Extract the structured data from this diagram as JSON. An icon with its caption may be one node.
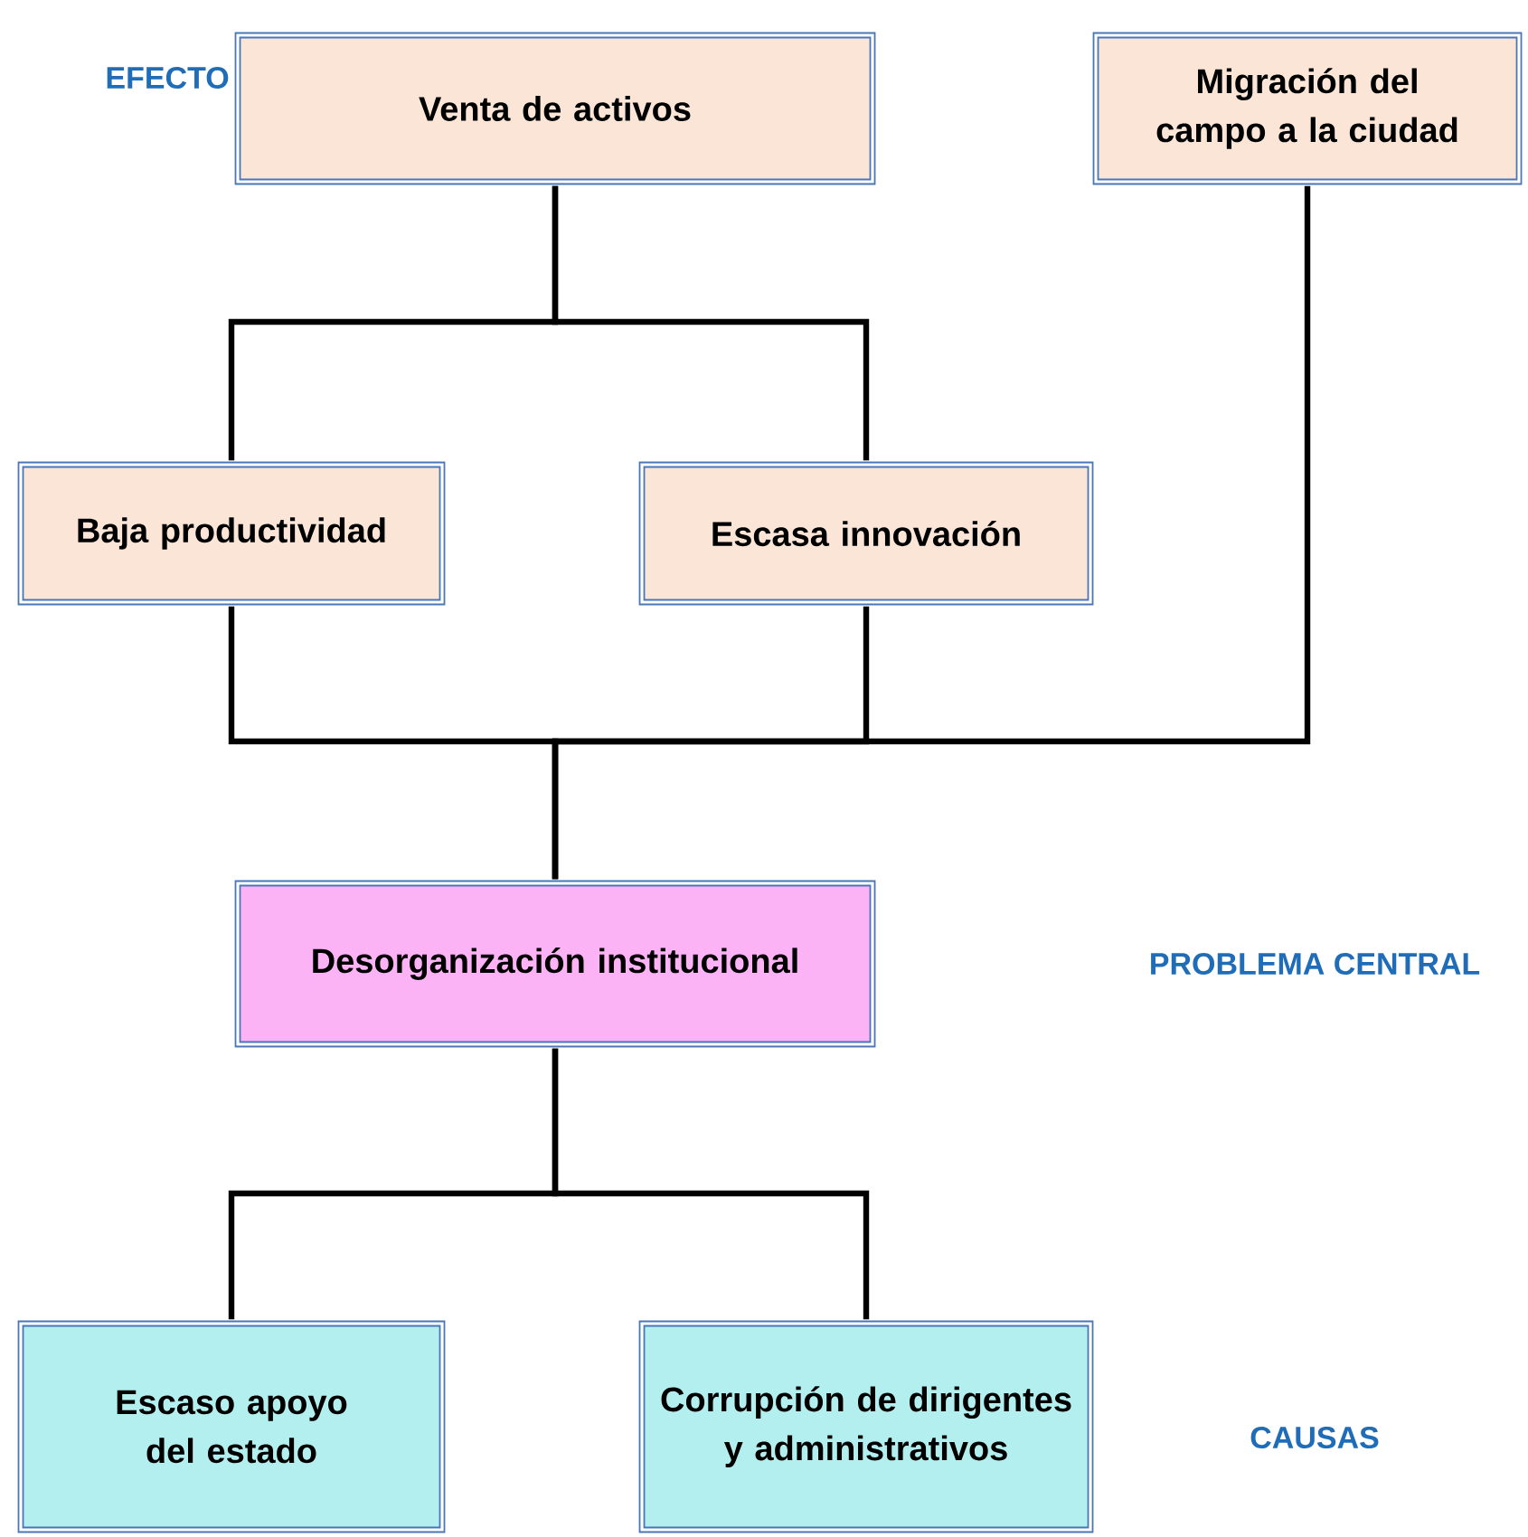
{
  "diagram": {
    "nodes": [
      {
        "text": [
          "Venta de activos"
        ]
      },
      {
        "text": [
          "Migración del campo a la ciudad"
        ]
      },
      {
        "text": [
          "Baja productividad"
        ]
      },
      {
        "text": [
          "Escasa innovación"
        ]
      },
      {
        "text": [
          "Desorganización institucional"
        ]
      },
      {
        "text": [
          "Escaso apoyo del estado"
        ]
      },
      {
        "text": [
          "Corrupción de dirigentes y administrativos"
        ]
      }
    ],
    "edges": [
      {
        "from": 0,
        "to": 2,
        "arrow": "none"
      },
      {
        "from": 0,
        "to": 3,
        "arrow": "none"
      },
      {
        "from": 2,
        "to": 4,
        "arrow": "none"
      },
      {
        "from": 3,
        "to": 4,
        "arrow": "none"
      },
      {
        "from": 1,
        "to": 4,
        "arrow": "none"
      },
      {
        "from": 4,
        "to": 5,
        "arrow": "none"
      },
      {
        "from": 4,
        "to": 6,
        "arrow": "none"
      }
    ],
    "labels": [
      "EFECTO",
      "PROBLEMA CENTRAL",
      "CAUSAS"
    ]
  }
}
